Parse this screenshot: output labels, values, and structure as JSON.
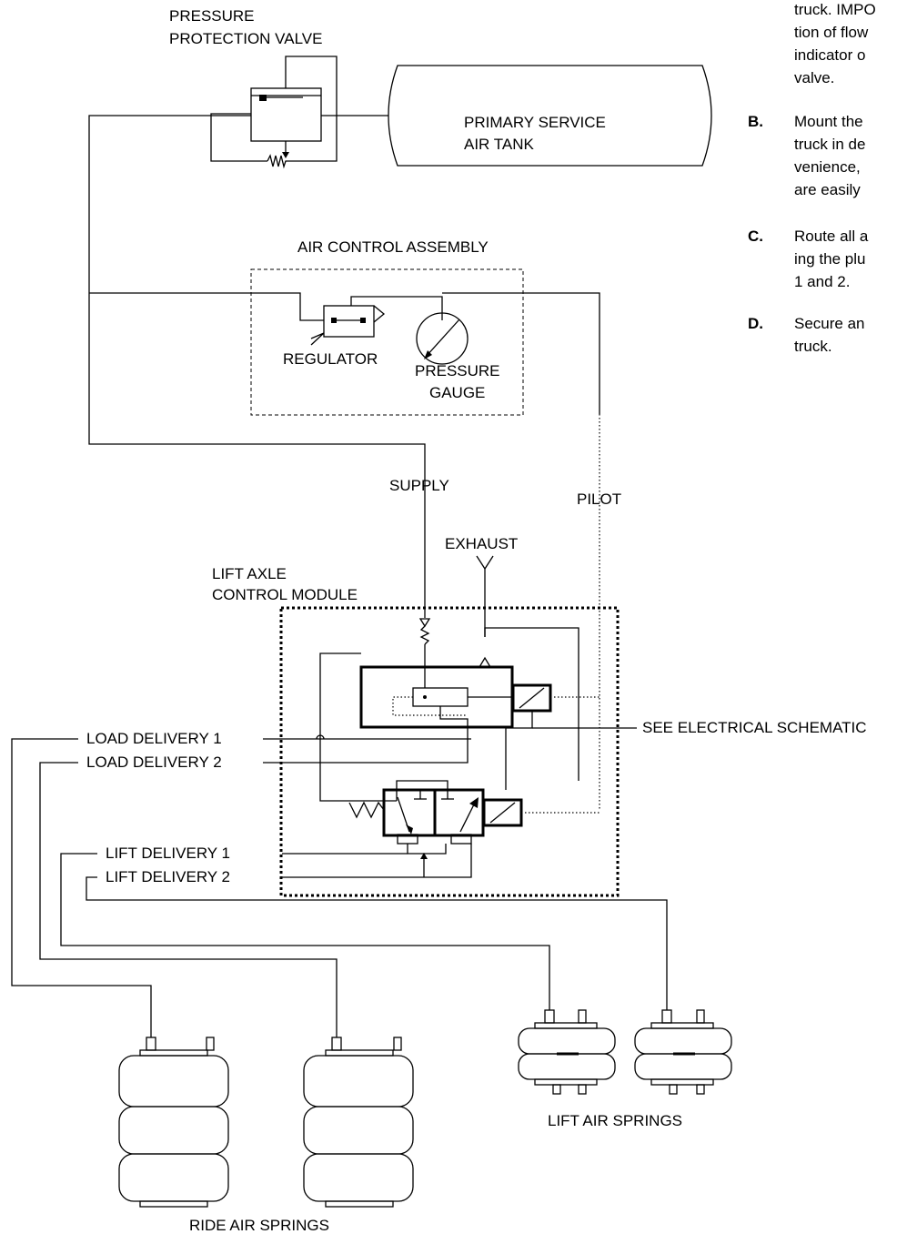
{
  "labels": {
    "pressure_protection_valve": [
      "PRESSURE",
      "PROTECTION VALVE"
    ],
    "primary_service_air_tank": [
      "PRIMARY SERVICE",
      "AIR TANK"
    ],
    "air_control_assembly": "AIR CONTROL ASSEMBLY",
    "regulator": "REGULATOR",
    "pressure_gauge": [
      "PRESSURE",
      "GAUGE"
    ],
    "supply": "SUPPLY",
    "pilot": "PILOT",
    "exhaust": "EXHAUST",
    "lift_axle_control_module": [
      "LIFT AXLE",
      "CONTROL MODULE"
    ],
    "load_delivery_1": "LOAD DELIVERY 1",
    "load_delivery_2": "LOAD DELIVERY 2",
    "lift_delivery_1": "LIFT DELIVERY 1",
    "lift_delivery_2": "LIFT DELIVERY 2",
    "see_electrical_schematic": "SEE ELECTRICAL SCHEMATIC",
    "lift_air_springs": "LIFT AIR SPRINGS",
    "ride_air_springs": "RIDE AIR SPRINGS"
  },
  "instructions": [
    {
      "letter": "",
      "lines": [
        "truck. IMPO",
        "tion of flow",
        "indicator  o",
        "valve."
      ]
    },
    {
      "letter": "B.",
      "lines": [
        "Mount the",
        "truck in de",
        "venience,",
        "are easily"
      ]
    },
    {
      "letter": "C.",
      "lines": [
        "Route all a",
        "ing the plu",
        "1 and 2."
      ]
    },
    {
      "letter": "D.",
      "lines": [
        "Secure  an",
        "truck."
      ]
    }
  ]
}
